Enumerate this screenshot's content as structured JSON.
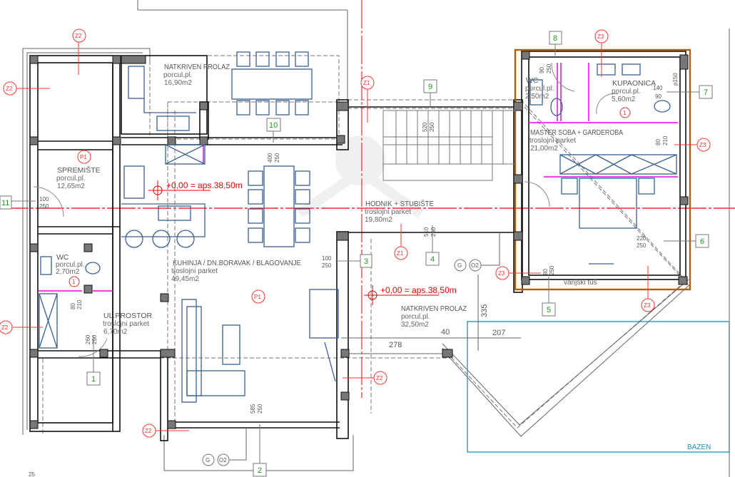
{
  "rooms": {
    "spremiste": {
      "name": "SPREMIŠTE",
      "floor": "porcul.pl.",
      "area": "12,65m2"
    },
    "natkriven_prolaz_1": {
      "name": "NATKRIVEN  PROLAZ",
      "floor": "porcul.pl.",
      "area": "16,90m2"
    },
    "wc_1": {
      "name": "WC",
      "floor": "porcul.pl.",
      "area": "2,70m2"
    },
    "ul_prostor": {
      "name": "UL.PROSTOR",
      "floor": "troslojni  parket",
      "area": "6,70m2"
    },
    "kuhinja": {
      "name": "KUHINJA  /  DN.BORAVAK  /  BLAGOVANJE",
      "floor": "troslojni  parket",
      "area": "49,45m2"
    },
    "hodnik": {
      "name": "HODNIK  +  STUBIŠTE",
      "floor": "troslojni  parket",
      "area": "19,80m2"
    },
    "natkriven_prolaz_2": {
      "name": "NATKRIVEN  PROLAZ",
      "floor": "porcul.pl.",
      "area": "32,50m2"
    },
    "wc_2": {
      "name": "WC",
      "floor": "porcul.pl.",
      "area": "2,50m2"
    },
    "kupaonica": {
      "name": "KUPAONICA",
      "floor": "porcul.pl.",
      "area": "5,60m2"
    },
    "master": {
      "name": "MASTER  SOBA  +  GARDEROBA",
      "floor": "troslojni  parket",
      "area": "21,00m2"
    },
    "vanjski_tus": {
      "name": "vanjski tuš"
    },
    "bazen": {
      "name": "BAZEN"
    }
  },
  "levels": {
    "level_1": "+0,00  =  aps.38,50m",
    "level_2": "+0,00  =  aps.38,50m"
  },
  "markers": {
    "z1": "Z1",
    "z2": "Z2",
    "z3": "Z3",
    "p1": "P1",
    "g": "G",
    "o2": "O2",
    "door": "1"
  },
  "tags": [
    "1",
    "2",
    "3",
    "4",
    "5",
    "6",
    "7",
    "8",
    "9",
    "10",
    "11"
  ],
  "dimensions": {
    "d_100_250_a": [
      "100",
      "250"
    ],
    "d_400_250": [
      "400",
      "250"
    ],
    "d_520_250": [
      "520",
      "250"
    ],
    "d_510_250": [
      "510",
      "250"
    ],
    "d_90_250": [
      "90",
      "250"
    ],
    "d_140_90": [
      "140",
      "90"
    ],
    "d_220_250": [
      "220",
      "250"
    ],
    "d_80_250": [
      "80",
      "250"
    ],
    "d_80_210_a": [
      "80",
      "210"
    ],
    "d_80_210_b": [
      "80",
      "210"
    ],
    "d_260_250": [
      "260",
      "250"
    ],
    "d_585_250": [
      "585",
      "250"
    ],
    "d_100_250_b": [
      "100",
      "250"
    ],
    "d_p150": "p150",
    "d_278": "278",
    "d_40": "40",
    "d_207": "207",
    "d_335": "335",
    "d_25": "25"
  },
  "colors": {
    "axis": "#ee0000",
    "marker": "#ff3a1a",
    "tag": "#1a9a1a",
    "furniture": "#3a5f8f",
    "pool": "#1e8fbf",
    "suite_outline": "#b85c00",
    "partition": "#e000e0"
  }
}
